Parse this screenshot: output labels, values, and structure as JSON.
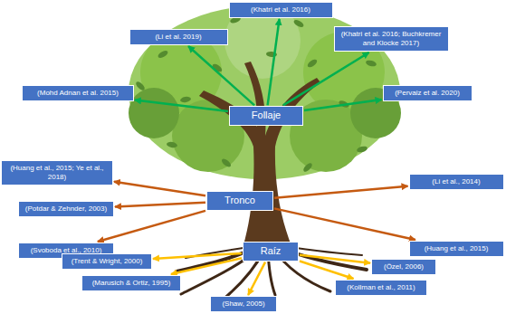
{
  "diagram": {
    "nodes": [
      {
        "text": [
          "(Khatri et al. 2016)"
        ]
      },
      {
        "text": [
          "(Li et al. 2019)"
        ]
      },
      {
        "text": [
          "(Khatri et al. 2016; Buchkremer and Klocke 2017)"
        ]
      },
      {
        "text": [
          "(Mohd Adnan et al. 2015)"
        ]
      },
      {
        "text": [
          "(Pervaiz et al. 2020)"
        ]
      },
      {
        "text": [
          "Follaje"
        ]
      },
      {
        "text": [
          "(Huang et al., 2015; Ye et al., 2018)"
        ]
      },
      {
        "text": [
          "(Li et al., 2014)"
        ]
      },
      {
        "text": [
          "Tronco"
        ]
      },
      {
        "text": [
          "(Potdar & Zehnder, 2003)"
        ]
      },
      {
        "text": [
          "(Svoboda et al., 2010)"
        ]
      },
      {
        "text": [
          "(Huang et al., 2015)"
        ]
      },
      {
        "text": [
          "Raíz"
        ]
      },
      {
        "text": [
          "(Trent & Wright, 2000)"
        ]
      },
      {
        "text": [
          "(Özel, 2006)"
        ]
      },
      {
        "text": [
          "(Marusich & Ortiz, 1995)"
        ]
      },
      {
        "text": [
          "(Kollman et al., 2011)"
        ]
      },
      {
        "text": [
          "(Shaw, 2005)"
        ]
      }
    ],
    "edges": [
      {
        "from": 5,
        "to": 0,
        "arrow": "to"
      },
      {
        "from": 5,
        "to": 1,
        "arrow": "to"
      },
      {
        "from": 5,
        "to": 2,
        "arrow": "to"
      },
      {
        "from": 5,
        "to": 3,
        "arrow": "to"
      },
      {
        "from": 5,
        "to": 4,
        "arrow": "to"
      },
      {
        "from": 8,
        "to": 6,
        "arrow": "to"
      },
      {
        "from": 8,
        "to": 7,
        "arrow": "to"
      },
      {
        "from": 8,
        "to": 9,
        "arrow": "to"
      },
      {
        "from": 8,
        "to": 10,
        "arrow": "to"
      },
      {
        "from": 8,
        "to": 11,
        "arrow": "to"
      },
      {
        "from": 12,
        "to": 13,
        "arrow": "to"
      },
      {
        "from": 12,
        "to": 14,
        "arrow": "to"
      },
      {
        "from": 12,
        "to": 15,
        "arrow": "to"
      },
      {
        "from": 12,
        "to": 16,
        "arrow": "to"
      },
      {
        "from": 12,
        "to": 17,
        "arrow": "to"
      }
    ]
  }
}
